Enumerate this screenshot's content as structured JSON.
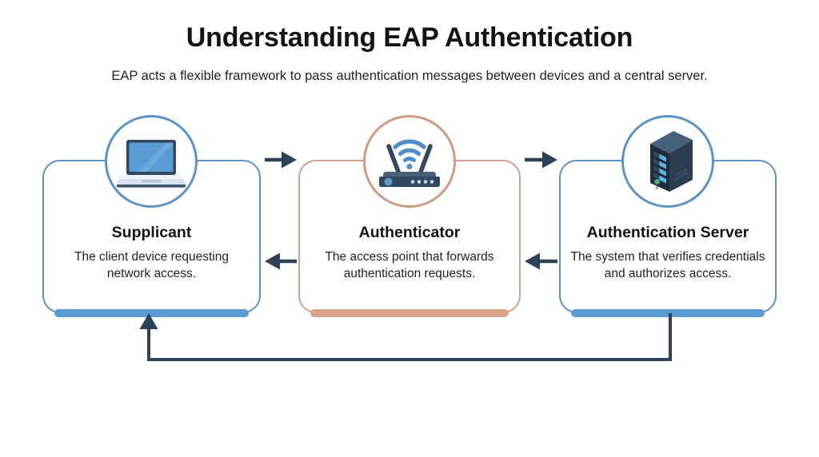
{
  "header": {
    "title": "Understanding EAP Authentication",
    "subtitle": "EAP acts a flexible framework to pass authentication messages between devices and a central server."
  },
  "colors": {
    "blue_border": "#5b93c7",
    "blue_bar": "#5b9bd5",
    "salmon_border": "#d2a28b",
    "salmon_bar": "#d9a28a",
    "arrow_navy": "#2b4257",
    "text_dark": "#111418",
    "background": "#ffffff"
  },
  "cards": [
    {
      "id": "supplicant",
      "icon": "laptop-icon",
      "accent": "blue",
      "title": "Supplicant",
      "desc": "The client device requesting network access."
    },
    {
      "id": "authenticator",
      "icon": "wifi-router-icon",
      "accent": "salmon",
      "title": "Authenticator",
      "desc": "The access point that forwards authentication requests."
    },
    {
      "id": "authentication-server",
      "icon": "server-tower-icon",
      "accent": "blue",
      "title": "Authentication Server",
      "desc": "The system that verifies credentials and authorizes access."
    }
  ],
  "connectors": [
    {
      "id": "supplicant-to-authenticator",
      "direction": "right",
      "row": "top"
    },
    {
      "id": "authenticator-to-server",
      "direction": "right",
      "row": "top"
    },
    {
      "id": "server-to-authenticator",
      "direction": "left",
      "row": "middle"
    },
    {
      "id": "authenticator-to-supplicant",
      "direction": "left",
      "row": "middle"
    },
    {
      "id": "server-to-supplicant-feedback",
      "direction": "up",
      "row": "bottom-loop"
    }
  ]
}
